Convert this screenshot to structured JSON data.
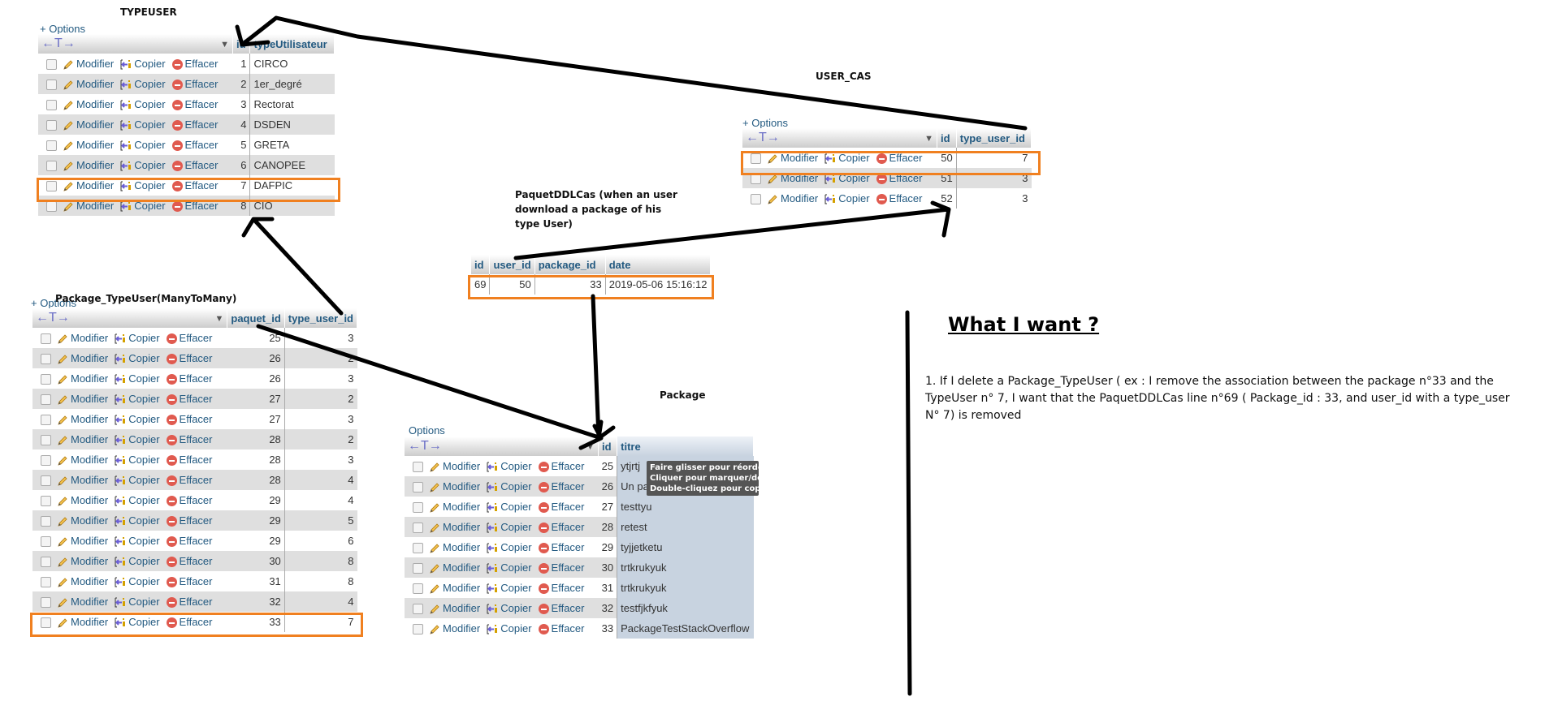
{
  "typeuser": {
    "caption": "TYPEUSER",
    "options": "+ Options",
    "columns": [
      "id",
      "typeUtilisateur"
    ],
    "actions": {
      "edit": "Modifier",
      "copy": "Copier",
      "delete": "Effacer"
    },
    "rows": [
      {
        "id": "1",
        "typeUtilisateur": "CIRCO"
      },
      {
        "id": "2",
        "typeUtilisateur": "1er_degré"
      },
      {
        "id": "3",
        "typeUtilisateur": "Rectorat"
      },
      {
        "id": "4",
        "typeUtilisateur": "DSDEN"
      },
      {
        "id": "5",
        "typeUtilisateur": "GRETA"
      },
      {
        "id": "6",
        "typeUtilisateur": "CANOPEE"
      },
      {
        "id": "7",
        "typeUtilisateur": "DAFPIC"
      },
      {
        "id": "8",
        "typeUtilisateur": "CIO"
      }
    ],
    "highlighted_row": 7
  },
  "user_cas": {
    "caption": "USER_CAS",
    "options": "+ Options",
    "columns": [
      "id",
      "type_user_id"
    ],
    "actions": {
      "edit": "Modifier",
      "copy": "Copier",
      "delete": "Effacer"
    },
    "rows": [
      {
        "id": "50",
        "type_user_id": "7"
      },
      {
        "id": "51",
        "type_user_id": "3"
      },
      {
        "id": "52",
        "type_user_id": "3"
      }
    ],
    "highlighted_row": 50
  },
  "paquet_ddl_cas": {
    "caption": "PaquetDDLCas (when an user download a package of his type User)",
    "columns": [
      "id",
      "user_id",
      "package_id",
      "date"
    ],
    "rows": [
      {
        "id": "69",
        "user_id": "50",
        "package_id": "33",
        "date": "2019-05-06 15:16:12"
      }
    ]
  },
  "package_typeuser": {
    "caption": "Package_TypeUser(ManyToMany)",
    "options": "+ Options",
    "columns": [
      "paquet_id",
      "type_user_id"
    ],
    "actions": {
      "edit": "Modifier",
      "copy": "Copier",
      "delete": "Effacer"
    },
    "rows": [
      {
        "paquet_id": "25",
        "type_user_id": "3"
      },
      {
        "paquet_id": "26",
        "type_user_id": "2"
      },
      {
        "paquet_id": "26",
        "type_user_id": "3"
      },
      {
        "paquet_id": "27",
        "type_user_id": "2"
      },
      {
        "paquet_id": "27",
        "type_user_id": "3"
      },
      {
        "paquet_id": "28",
        "type_user_id": "2"
      },
      {
        "paquet_id": "28",
        "type_user_id": "3"
      },
      {
        "paquet_id": "28",
        "type_user_id": "4"
      },
      {
        "paquet_id": "29",
        "type_user_id": "4"
      },
      {
        "paquet_id": "29",
        "type_user_id": "5"
      },
      {
        "paquet_id": "29",
        "type_user_id": "6"
      },
      {
        "paquet_id": "30",
        "type_user_id": "8"
      },
      {
        "paquet_id": "31",
        "type_user_id": "8"
      },
      {
        "paquet_id": "32",
        "type_user_id": "4"
      },
      {
        "paquet_id": "33",
        "type_user_id": "7"
      }
    ],
    "highlighted_row": "33-7"
  },
  "package": {
    "caption": "Package",
    "options": "Options",
    "columns": [
      "id",
      "titre"
    ],
    "actions": {
      "edit": "Modifier",
      "copy": "Copier",
      "delete": "Effacer"
    },
    "rows": [
      {
        "id": "25",
        "titre": "ytjrtj"
      },
      {
        "id": "26",
        "titre": "Un package test"
      },
      {
        "id": "27",
        "titre": "testtyu"
      },
      {
        "id": "28",
        "titre": "retest"
      },
      {
        "id": "29",
        "titre": "tyjjetketu"
      },
      {
        "id": "30",
        "titre": "trtkrukyuk"
      },
      {
        "id": "31",
        "titre": "trtkrukyuk"
      },
      {
        "id": "32",
        "titre": "testfjkfyuk"
      },
      {
        "id": "33",
        "titre": "PackageTestStackOverflow"
      }
    ],
    "tooltip": [
      "Faire glisser pour réordonner",
      "Cliquer pour marquer/démarquer",
      "Double-cliquez pour copier"
    ]
  },
  "what_i_want": {
    "title": "What I want ?",
    "text": "1. If I delete a Package_TypeUser ( ex : I remove the association between the package n°33 and the TypeUser n° 7, I want that the PaquetDDLCas line n°69 ( Package_id : 33, and user_id with a type_user N° 7) is removed"
  },
  "colors": {
    "highlight": "#f08020",
    "link": "#235a81",
    "row_alt": "#dfdfdf",
    "delete_icon": "#e05a4f"
  }
}
